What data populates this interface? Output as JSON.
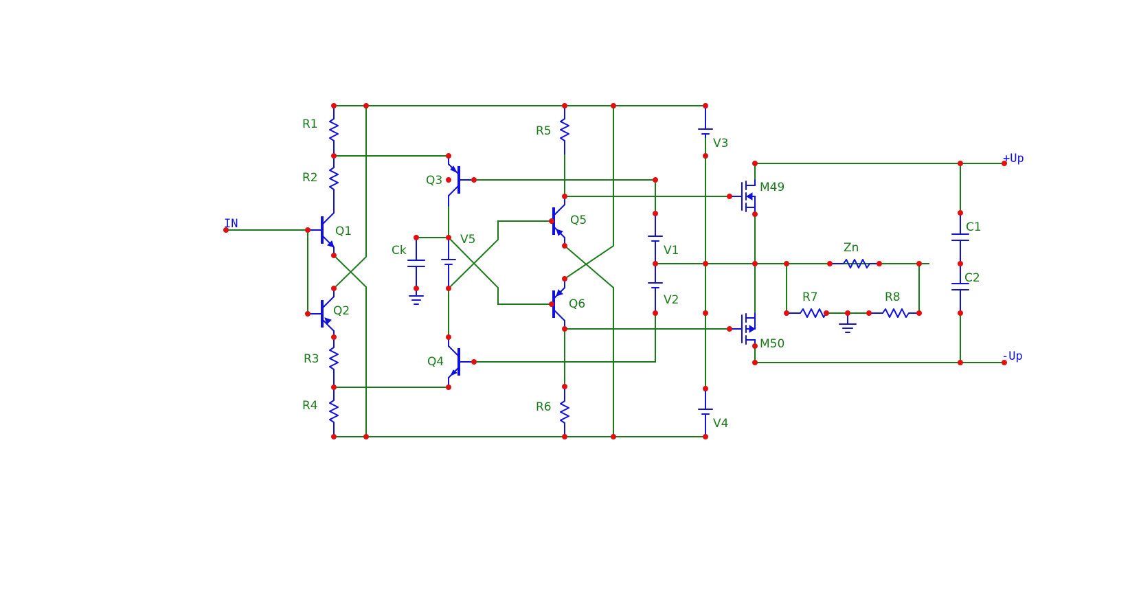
{
  "labels": {
    "R1": "R1",
    "R2": "R2",
    "R3": "R3",
    "R4": "R4",
    "R5": "R5",
    "R6": "R6",
    "R7": "R7",
    "R8": "R8",
    "Q1": "Q1",
    "Q2": "Q2",
    "Q3": "Q3",
    "Q4": "Q4",
    "Q5": "Q5",
    "Q6": "Q6",
    "V1": "V1",
    "V2": "V2",
    "V3": "V3",
    "V4": "V4",
    "V5": "V5",
    "Ck": "Ck",
    "C1": "C1",
    "C2": "C2",
    "Zn": "Zn",
    "M49": "M49",
    "M50": "M50"
  },
  "ports": {
    "in": "IN",
    "plus_up": "+Up",
    "minus_up": "-Up"
  },
  "colors": {
    "wire": "#1a7a1a",
    "component": "#1010e0",
    "node": "#e01010",
    "background": "#ffffff"
  }
}
